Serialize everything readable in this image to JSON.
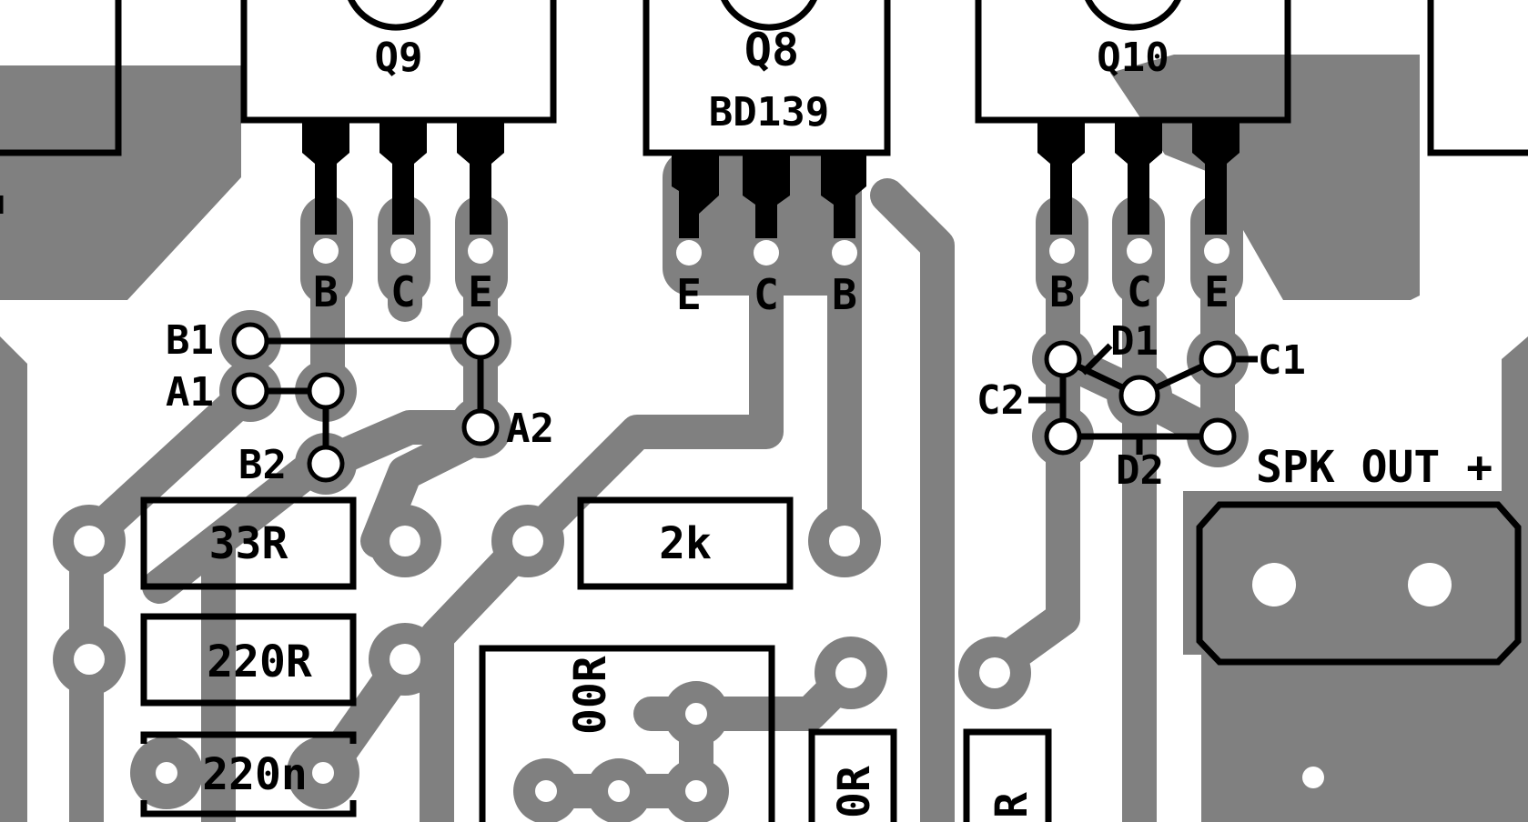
{
  "board": {
    "copper_color": "#808080",
    "silk_color": "#000000",
    "hole_color": "#ffffff"
  },
  "transistors": {
    "q9": {
      "ref": "Q9",
      "pins": [
        "B",
        "C",
        "E"
      ]
    },
    "q8": {
      "ref": "Q8",
      "part": "BD139",
      "pins": [
        "E",
        "C",
        "B"
      ]
    },
    "q10": {
      "ref": "Q10",
      "pins": [
        "B",
        "C",
        "E"
      ]
    }
  },
  "jumpers": {
    "b1": "B1",
    "a1": "A1",
    "b2": "B2",
    "a2": "A2",
    "d1": "D1",
    "c1": "C1",
    "c2": "C2",
    "d2": "D2"
  },
  "components": {
    "r33": "33R",
    "r2k": "2k",
    "r220": "220R",
    "c220n": "220n",
    "partial_left": "00R",
    "partial_mid": "0R",
    "partial_right": "R"
  },
  "connector": {
    "label": "SPK OUT +"
  }
}
